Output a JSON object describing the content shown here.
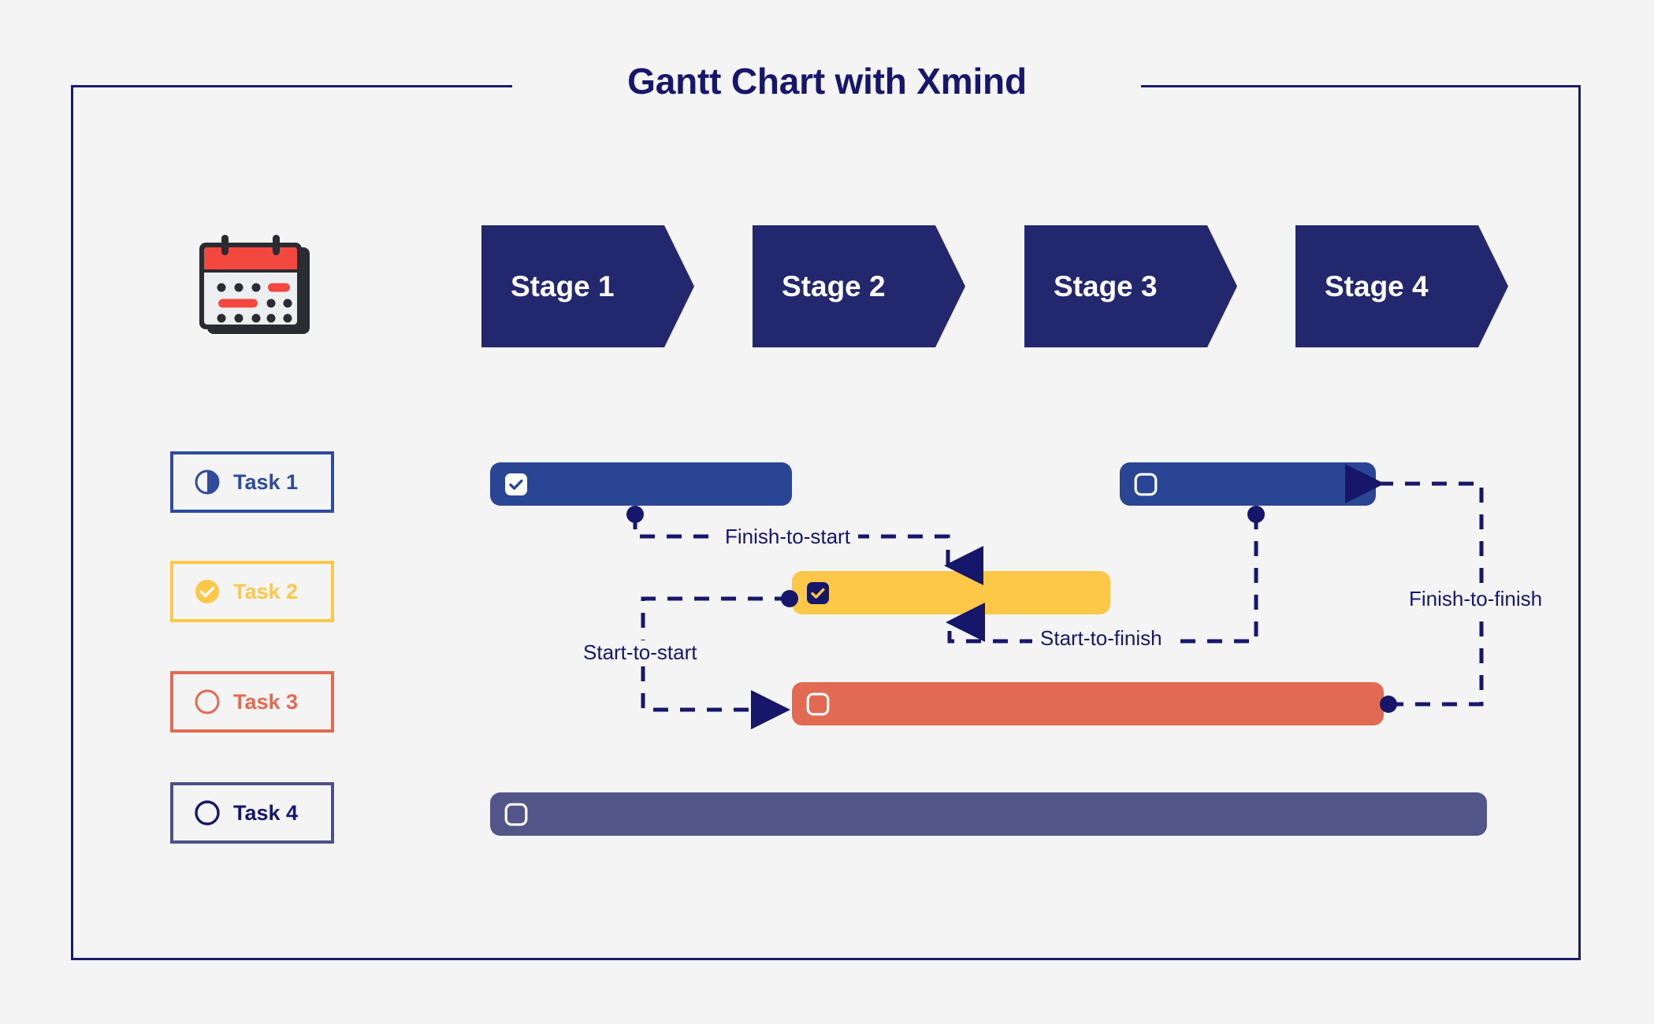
{
  "page": {
    "title": "Gantt Chart with Xmind",
    "background_color": "#f4f4f4",
    "frame_color": "#1b1b6b",
    "title_color": "#16176b"
  },
  "header": {
    "calendar_icon_name": "calendar-icon",
    "stages": [
      {
        "label": "Stage 1",
        "color": "#23276e"
      },
      {
        "label": "Stage 2",
        "color": "#23276e"
      },
      {
        "label": "Stage 3",
        "color": "#23276e"
      },
      {
        "label": "Stage 4",
        "color": "#23276e"
      }
    ]
  },
  "legend": {
    "tasks": [
      {
        "label": "Task 1",
        "color": "#2f4b9b",
        "text_color": "#2f4b9b",
        "status_icon": "half-filled-circle-icon",
        "status": "in-progress"
      },
      {
        "label": "Task 2",
        "color": "#fdc748",
        "text_color": "#fdc748",
        "status_icon": "check-circle-filled-icon",
        "status": "complete"
      },
      {
        "label": "Task 3",
        "color": "#e26a52",
        "text_color": "#e26a52",
        "status_icon": "empty-circle-icon",
        "status": "not-started"
      },
      {
        "label": "Task 4",
        "color": "#4e5187",
        "text_color": "#16176b",
        "status_icon": "empty-circle-icon",
        "status": "not-started"
      }
    ]
  },
  "chart_data": {
    "type": "gantt",
    "title": "Gantt Chart with Xmind",
    "stage_axis": [
      "Stage 1",
      "Stage 2",
      "Stage 3",
      "Stage 4"
    ],
    "rows": [
      "Task 1",
      "Task 2",
      "Task 3",
      "Task 4"
    ],
    "bars": [
      {
        "task": "Task 1",
        "segment": 1,
        "start_stage": 1.0,
        "end_stage": 2.1,
        "color": "#2a4593",
        "checkbox": "checked",
        "checkbox_style": "white-box-blue-check"
      },
      {
        "task": "Task 1",
        "segment": 2,
        "start_stage": 3.4,
        "end_stage": 4.3,
        "color": "#2a4593",
        "checkbox": "unchecked",
        "checkbox_style": "white-outline"
      },
      {
        "task": "Task 2",
        "segment": 1,
        "start_stage": 2.1,
        "end_stage": 3.3,
        "color": "#fdc748",
        "checkbox": "checked",
        "checkbox_style": "navy-box-yellow-check"
      },
      {
        "task": "Task 3",
        "segment": 1,
        "start_stage": 2.1,
        "end_stage": 4.3,
        "color": "#e26a52",
        "checkbox": "unchecked",
        "checkbox_style": "white-outline"
      },
      {
        "task": "Task 4",
        "segment": 1,
        "start_stage": 1.0,
        "end_stage": 4.6,
        "color": "#515588",
        "checkbox": "unchecked",
        "checkbox_style": "white-outline"
      }
    ],
    "dependencies": [
      {
        "label": "Finish-to-start",
        "from": "Task 1 (segment 1)",
        "to": "Task 2",
        "style": "dashed",
        "color": "#16176b"
      },
      {
        "label": "Start-to-start",
        "from": "Task 2",
        "to": "Task 3",
        "style": "dashed",
        "color": "#16176b"
      },
      {
        "label": "Start-to-finish",
        "from": "Task 1 (segment 2)",
        "to": "Task 2",
        "style": "dashed",
        "color": "#16176b"
      },
      {
        "label": "Finish-to-finish",
        "from": "Task 3",
        "to": "Task 1 (segment 2)",
        "style": "dashed",
        "color": "#16176b"
      }
    ],
    "grid": false,
    "legend_position": "left"
  },
  "connectors": {
    "finish_to_start": "Finish-to-start",
    "start_to_start": "Start-to-start",
    "start_to_finish": "Start-to-finish",
    "finish_to_finish": "Finish-to-finish"
  }
}
